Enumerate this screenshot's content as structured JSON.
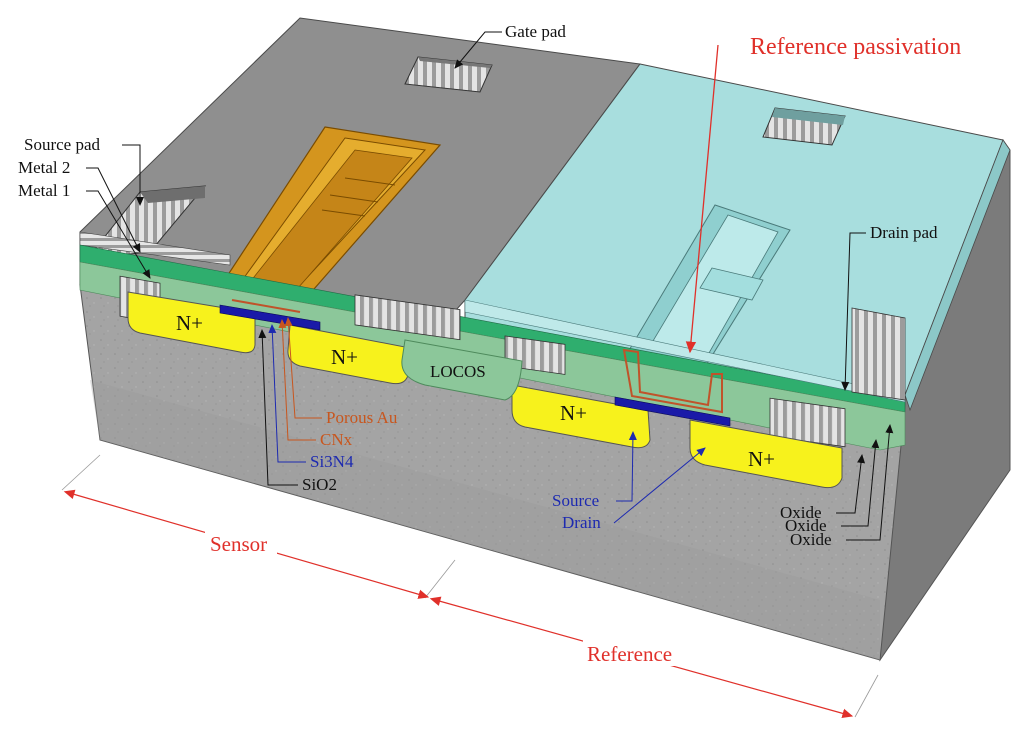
{
  "labels": {
    "gate_pad": "Gate pad",
    "reference_passivation": "Reference passivation",
    "source_pad": "Source pad",
    "metal_2": "Metal 2",
    "metal_1": "Metal 1",
    "drain_pad": "Drain pad",
    "n_plus": "N+",
    "locos": "LOCOS",
    "porous_au": "Porous Au",
    "cnx": "CNx",
    "si3n4": "Si3N4",
    "sio2": "SiO2",
    "source": "Source",
    "drain": "Drain",
    "oxide": "Oxide",
    "sensor": "Sensor",
    "reference": "Reference"
  },
  "colors": {
    "substrate_top": "#9b9b9b",
    "substrate_front": "#a3a3a3",
    "substrate_side": "#7a7a7a",
    "passivation": "#a8dede",
    "porous_au": "#d4951e",
    "cnx_line": "#c0532a",
    "si3n4": "#1a1aa8",
    "n_plus": "#f7f21c",
    "oxide_green": "#2fae6e",
    "light_green": "#8cc79a",
    "metal_stripe": "#d0d0d0",
    "accent_red": "#e0302a",
    "label_blue": "#1d2ab0",
    "label_orange": "#c8561e"
  }
}
